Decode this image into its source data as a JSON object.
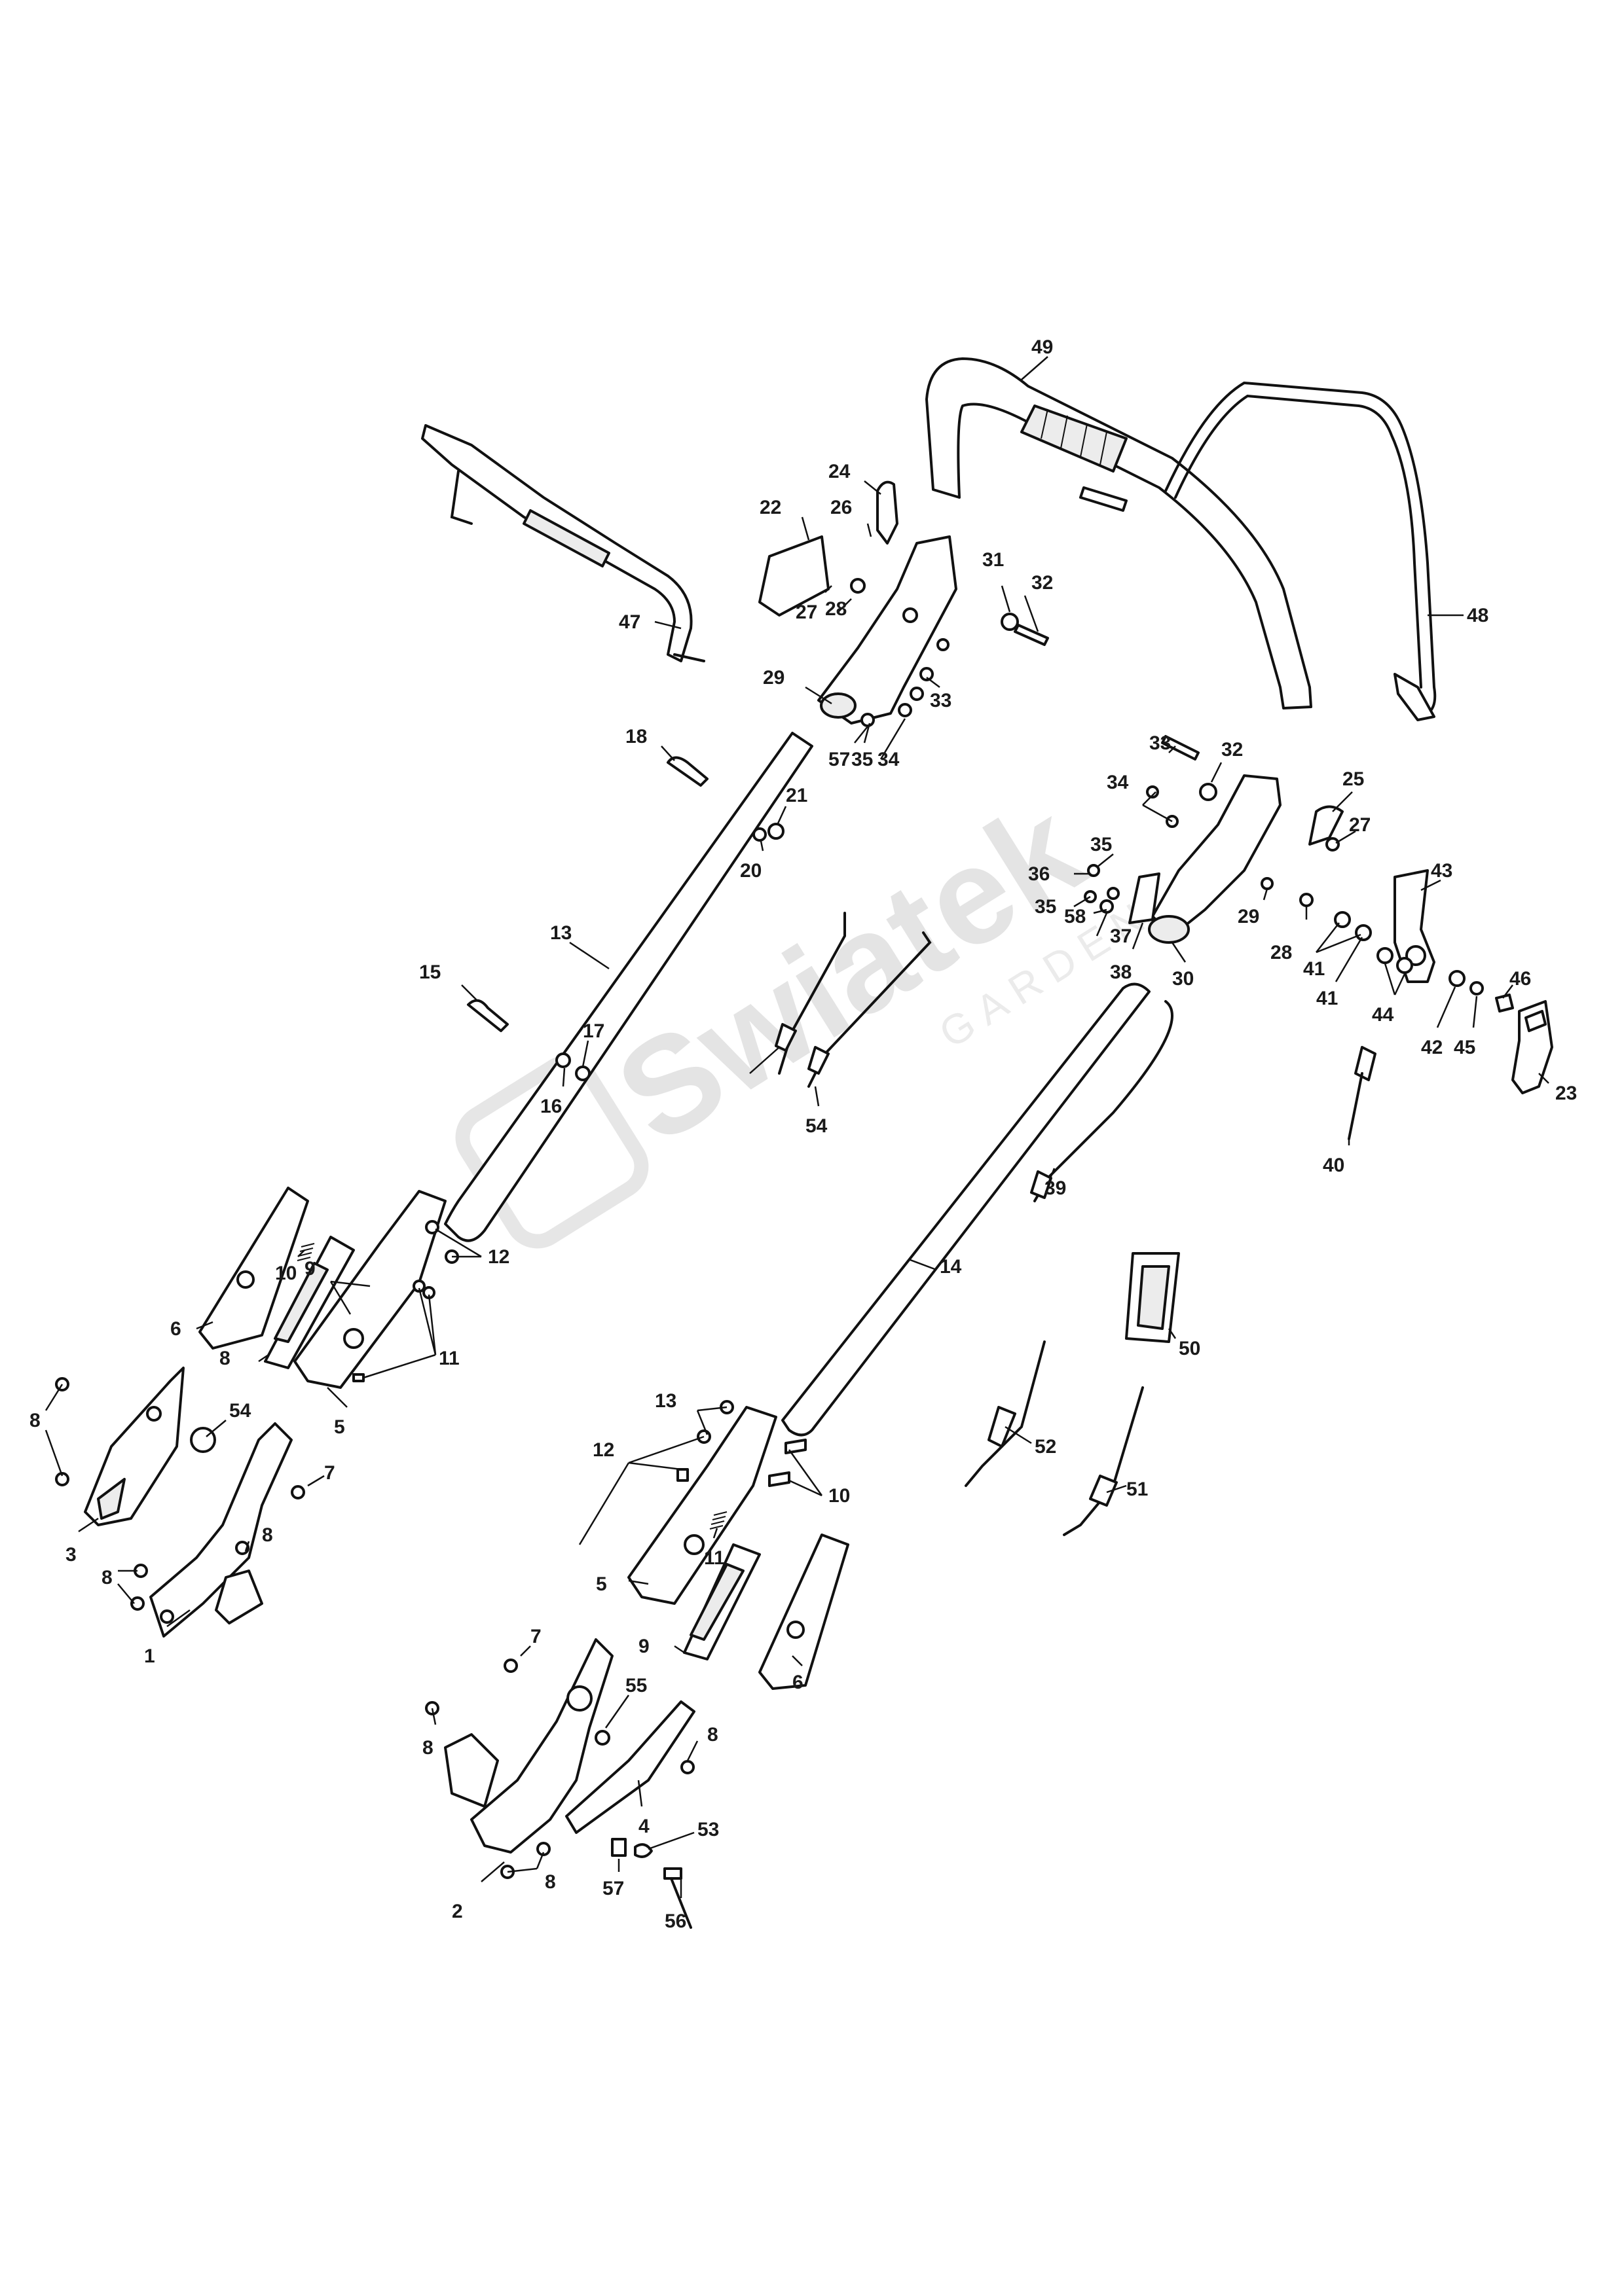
{
  "watermark": {
    "brand": "Swiatek",
    "sub": "GARDEN"
  },
  "callouts": [
    "1",
    "2",
    "3",
    "4",
    "5",
    "5",
    "6",
    "6",
    "7",
    "7",
    "8",
    "8",
    "8",
    "8",
    "8",
    "8",
    "8",
    "9",
    "9",
    "10",
    "10",
    "11",
    "11",
    "12",
    "12",
    "13",
    "13",
    "14",
    "15",
    "16",
    "17",
    "18",
    "20",
    "21",
    "22",
    "23",
    "24",
    "25",
    "26",
    "27",
    "27",
    "28",
    "28",
    "29",
    "29",
    "30",
    "31",
    "32",
    "32",
    "33",
    "33",
    "34",
    "34",
    "35",
    "35",
    "35",
    "36",
    "37",
    "38",
    "39",
    "40",
    "41",
    "41",
    "42",
    "43",
    "44",
    "45",
    "46",
    "47",
    "48",
    "49",
    "50",
    "51",
    "52",
    "53",
    "54",
    "54",
    "55",
    "56",
    "57",
    "57",
    "58"
  ],
  "colors": {
    "line": "#111111",
    "fill": "#ececec",
    "watermark": "#e4e4e4"
  }
}
